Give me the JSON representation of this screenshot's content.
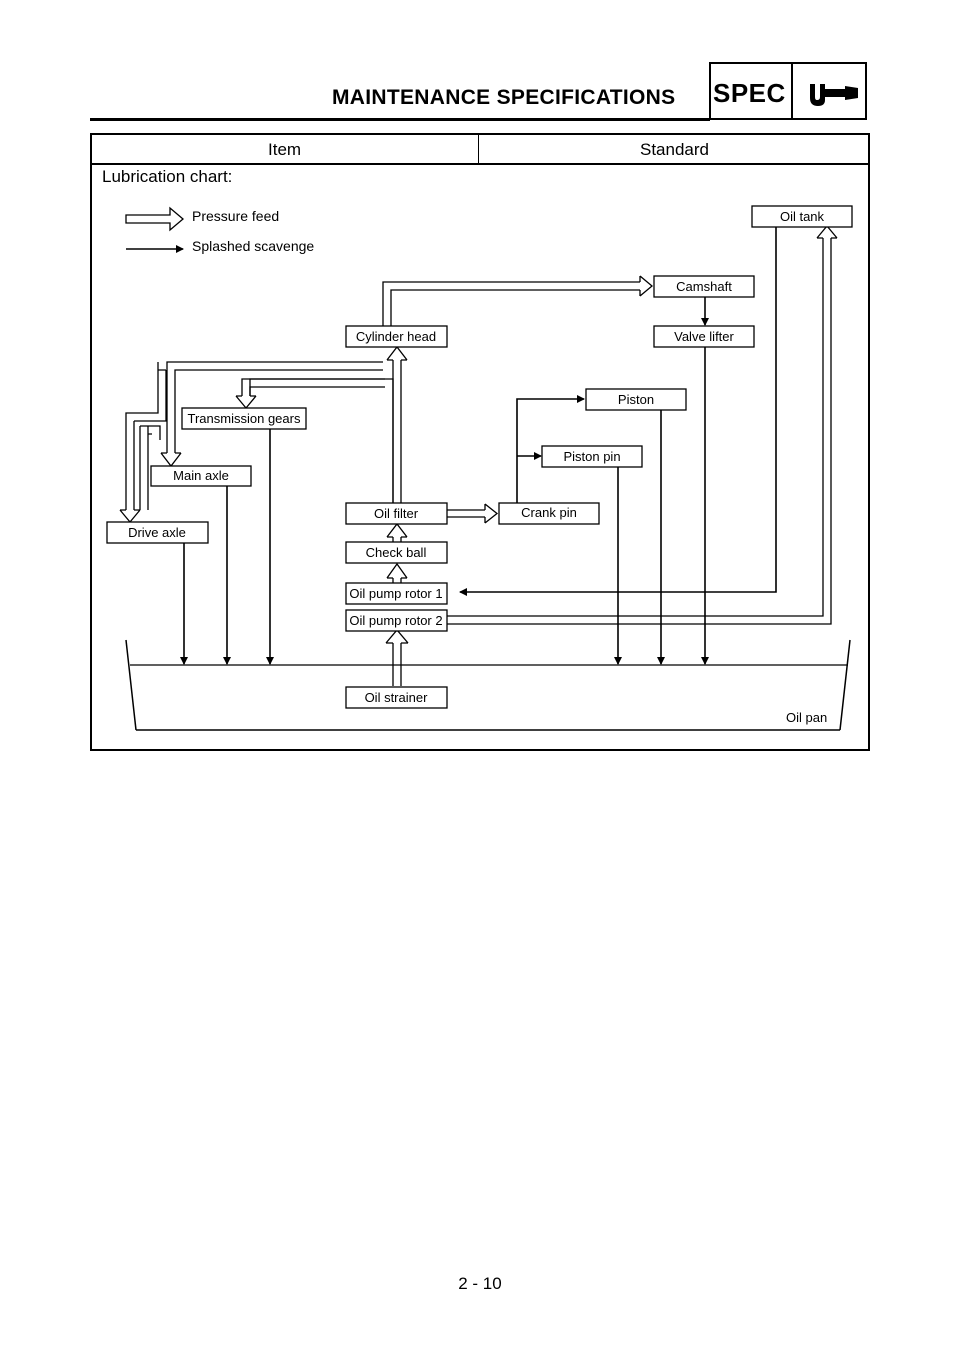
{
  "header": {
    "title": "MAINTENANCE SPECIFICATIONS",
    "badge": "SPEC",
    "badge_icon": "wrench-icon"
  },
  "table": {
    "col_item": "Item",
    "col_standard": "Standard"
  },
  "chart": {
    "label": "Lubrication chart:",
    "legend": {
      "pressure": "Pressure feed",
      "splash": "Splashed scavenge"
    },
    "components": {
      "oil_tank": "Oil tank",
      "camshaft": "Camshaft",
      "cylinder_head": "Cylinder head",
      "valve_lifter": "Valve lifter",
      "piston": "Piston",
      "transmission_gears": "Transmission gears",
      "piston_pin": "Piston pin",
      "main_axle": "Main axle",
      "oil_filter": "Oil filter",
      "crank_pin": "Crank pin",
      "drive_axle": "Drive axle",
      "check_ball": "Check ball",
      "oil_pump_rotor_1": "Oil pump rotor 1",
      "oil_pump_rotor_2": "Oil pump rotor 2",
      "oil_strainer": "Oil strainer",
      "oil_pan": "Oil pan"
    }
  },
  "footer": {
    "page": "2 - 10"
  }
}
